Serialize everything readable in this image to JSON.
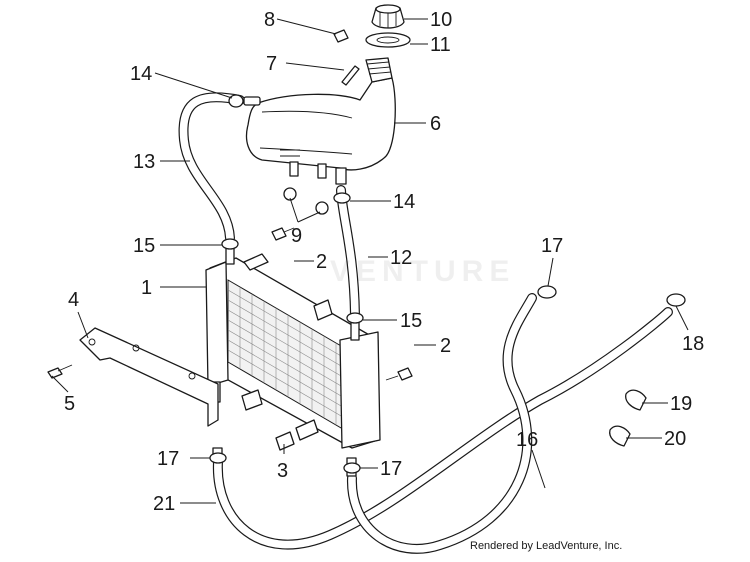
{
  "diagram": {
    "callouts": [
      {
        "id": "c10",
        "label": "10"
      },
      {
        "id": "c8",
        "label": "8"
      },
      {
        "id": "c11",
        "label": "11"
      },
      {
        "id": "c7",
        "label": "7"
      },
      {
        "id": "c14a",
        "label": "14"
      },
      {
        "id": "c6",
        "label": "6"
      },
      {
        "id": "c13",
        "label": "13"
      },
      {
        "id": "c14b",
        "label": "14"
      },
      {
        "id": "c9",
        "label": "9"
      },
      {
        "id": "c15a",
        "label": "15"
      },
      {
        "id": "c2a",
        "label": "2"
      },
      {
        "id": "c12",
        "label": "12"
      },
      {
        "id": "c17a",
        "label": "17"
      },
      {
        "id": "c1",
        "label": "1"
      },
      {
        "id": "c4",
        "label": "4"
      },
      {
        "id": "c15b",
        "label": "15"
      },
      {
        "id": "c18",
        "label": "18"
      },
      {
        "id": "c2b",
        "label": "2"
      },
      {
        "id": "c5",
        "label": "5"
      },
      {
        "id": "c19",
        "label": "19"
      },
      {
        "id": "c16",
        "label": "16"
      },
      {
        "id": "c20",
        "label": "20"
      },
      {
        "id": "c17b",
        "label": "17"
      },
      {
        "id": "c17c",
        "label": "17"
      },
      {
        "id": "c3",
        "label": "3"
      },
      {
        "id": "c21",
        "label": "21"
      }
    ],
    "credit": "Rendered by LeadVenture, Inc.",
    "watermark": "VENTURE"
  }
}
